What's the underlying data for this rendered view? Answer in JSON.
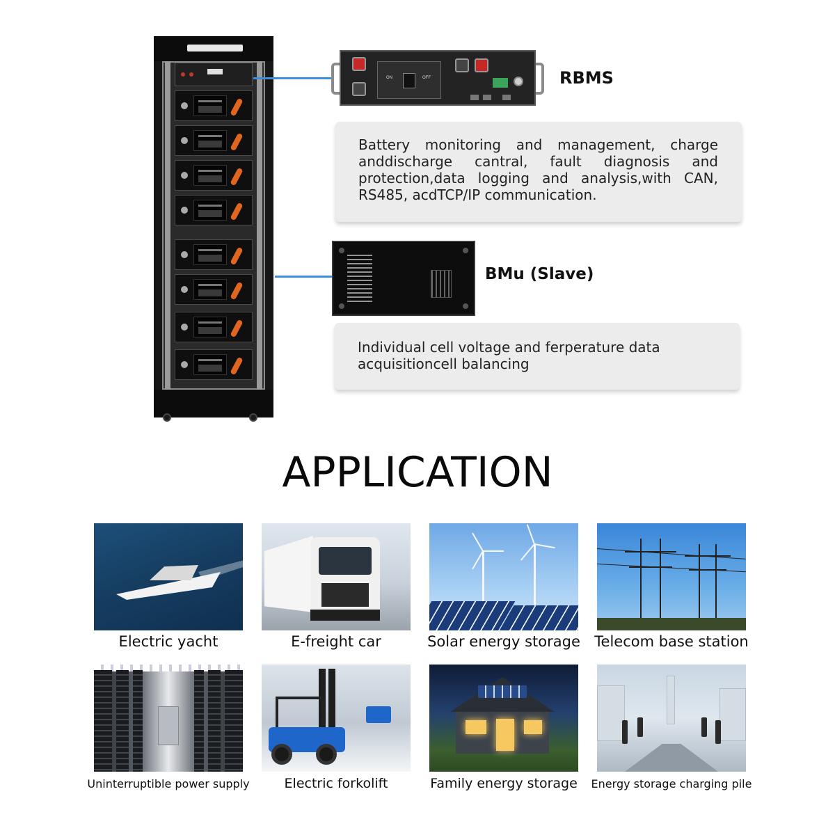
{
  "devices": {
    "rbms": {
      "label": "RBMS",
      "description": "Battery monitoring and management, charge anddischarge cantral, fault diagnosis and protection,data logging and analysis,with CAN, RS485, acdTCP/IP communication.",
      "switch_on": "ON",
      "switch_off": "OFF"
    },
    "bmu": {
      "label": "BMu (Slave)",
      "description": "Individual cell voltage and ferperature data acquisitioncell balancing"
    }
  },
  "application": {
    "heading": "APPLICATION",
    "items": [
      {
        "caption": "Electric yacht"
      },
      {
        "caption": "E-freight car"
      },
      {
        "caption": "Solar energy storage"
      },
      {
        "caption": "Telecom base station"
      },
      {
        "caption": "Uninterruptible power supply"
      },
      {
        "caption": "Electric forkolift"
      },
      {
        "caption": "Family energy storage"
      },
      {
        "caption": "Energy storage charging pile"
      }
    ]
  },
  "colors": {
    "connector": "#3c8fe0",
    "desc_background": "#ececec",
    "module_cable": "#e0661f",
    "terminal_red": "#c62828"
  }
}
